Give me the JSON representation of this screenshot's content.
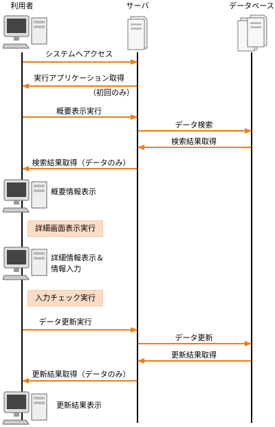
{
  "colors": {
    "arrow": "#f07d14",
    "box_fill": "#fcdcc6",
    "lifeline": "#000000"
  },
  "participants": {
    "user": "利用者",
    "server": "サーバ",
    "database": "データベース"
  },
  "messages": [
    {
      "label": "システムへアクセス",
      "from": "user",
      "to": "server"
    },
    {
      "label": "実行アプリケーション取得",
      "from": "server",
      "to": "user",
      "note": "（初回のみ）"
    },
    {
      "label": "概要表示実行",
      "from": "user",
      "to": "server"
    },
    {
      "label": "データ検索",
      "from": "server",
      "to": "database"
    },
    {
      "label": "検索結果取得",
      "from": "database",
      "to": "server"
    },
    {
      "label": "検索結果取得（データのみ）",
      "from": "server",
      "to": "user"
    },
    {
      "label": "データ更新実行",
      "from": "user",
      "to": "server"
    },
    {
      "label": "データ更新",
      "from": "server",
      "to": "database"
    },
    {
      "label": "更新結果取得",
      "from": "database",
      "to": "server"
    },
    {
      "label": "更新結果取得（データのみ）",
      "from": "server",
      "to": "user"
    }
  ],
  "client_states": {
    "overview": "概要情報表示",
    "detail_line1": "詳細情報表示＆",
    "detail_line2": "情報入力",
    "update_result": "更新結果表示"
  },
  "actions": {
    "detail_screen": "詳細画面表示実行",
    "input_check": "入力チェック実行"
  },
  "icons": [
    "pc-icon",
    "server-icon",
    "database-server-icon"
  ]
}
